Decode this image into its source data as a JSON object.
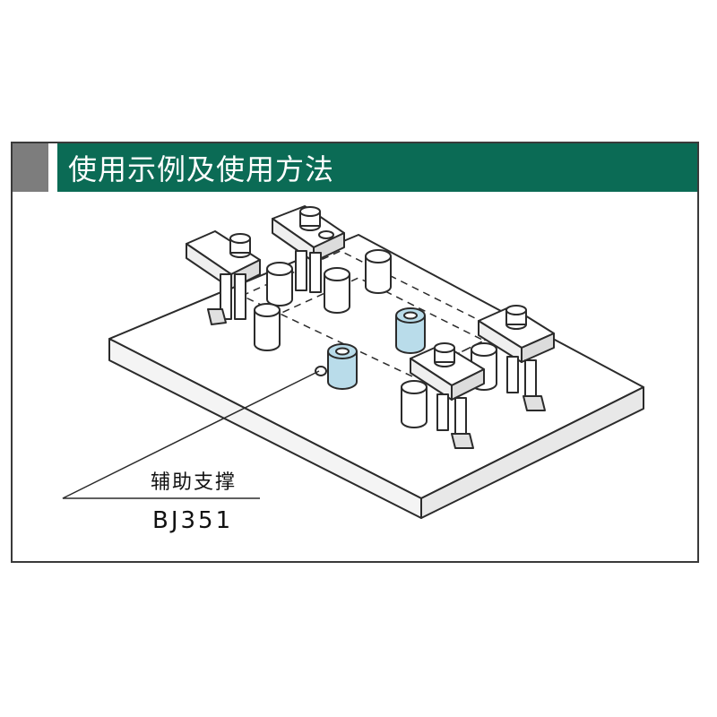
{
  "header": {
    "title": "使用示例及使用方法"
  },
  "callout": {
    "name": "辅助支撑",
    "model": "BJ351"
  },
  "colors": {
    "header_bg": "#0b6b55",
    "header_grey": "#7d7d7d",
    "highlight_part": "#b9dcea",
    "line": "#2b2b2b"
  },
  "icons": [
    "fixture-plate-illustration",
    "clamp-icon",
    "support-pin-icon",
    "auxiliary-support-icon"
  ]
}
